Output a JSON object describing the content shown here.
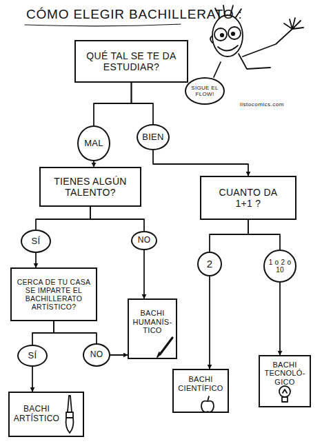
{
  "diagram": {
    "title": "CÓMO ELEGIR BACHILLERATO :",
    "nodes": [
      {
        "text": [
          "QUÉ TAL SE TE DA ESTUDIAR?"
        ]
      },
      {
        "text": [
          "SIGUE EL FLOW!"
        ]
      },
      {
        "text": [
          "MAL"
        ]
      },
      {
        "text": [
          "BIEN"
        ]
      },
      {
        "text": [
          "TIENES ALGÚN TALENTO?"
        ]
      },
      {
        "text": [
          "CUANTO DA 1+1 ?"
        ]
      },
      {
        "text": [
          "SÍ"
        ]
      },
      {
        "text": [
          "NO"
        ]
      },
      {
        "text": [
          "2"
        ]
      },
      {
        "text": [
          "1 o 2 o 10"
        ]
      },
      {
        "text": [
          "CERCA DE TU CASA SE IMPARTE EL BACHILLERATO ARTÍSTICO?"
        ]
      },
      {
        "text": [
          "BACHI HUMANÍS- TICO"
        ]
      },
      {
        "text": [
          "SÍ"
        ]
      },
      {
        "text": [
          "NO"
        ]
      },
      {
        "text": [
          "BACHI ARTÍSTICO"
        ]
      },
      {
        "text": [
          "BACHI CIENTÍFICO"
        ]
      },
      {
        "text": [
          "BACHI TECNOLÓ- GICO"
        ]
      }
    ],
    "edges": [
      {
        "from": 0,
        "to": 2,
        "arrow": "none"
      },
      {
        "from": 0,
        "to": 3,
        "arrow": "none"
      },
      {
        "from": 2,
        "to": 4,
        "arrow": "to"
      },
      {
        "from": 3,
        "to": 5,
        "arrow": "to"
      },
      {
        "from": 4,
        "to": 6,
        "arrow": "none"
      },
      {
        "from": 4,
        "to": 7,
        "arrow": "none"
      },
      {
        "from": 6,
        "to": 10,
        "arrow": "to"
      },
      {
        "from": 7,
        "to": 11,
        "arrow": "to"
      },
      {
        "from": 5,
        "to": 8,
        "arrow": "none"
      },
      {
        "from": 5,
        "to": 9,
        "arrow": "none"
      },
      {
        "from": 8,
        "to": 15,
        "arrow": "to"
      },
      {
        "from": 9,
        "to": 16,
        "arrow": "to"
      },
      {
        "from": 10,
        "to": 12,
        "arrow": "none"
      },
      {
        "from": 10,
        "to": 13,
        "arrow": "none"
      },
      {
        "from": 12,
        "to": 14,
        "arrow": "to"
      },
      {
        "from": 13,
        "to": 11,
        "arrow": "to"
      }
    ],
    "labels": [
      "listocomics.com"
    ]
  }
}
